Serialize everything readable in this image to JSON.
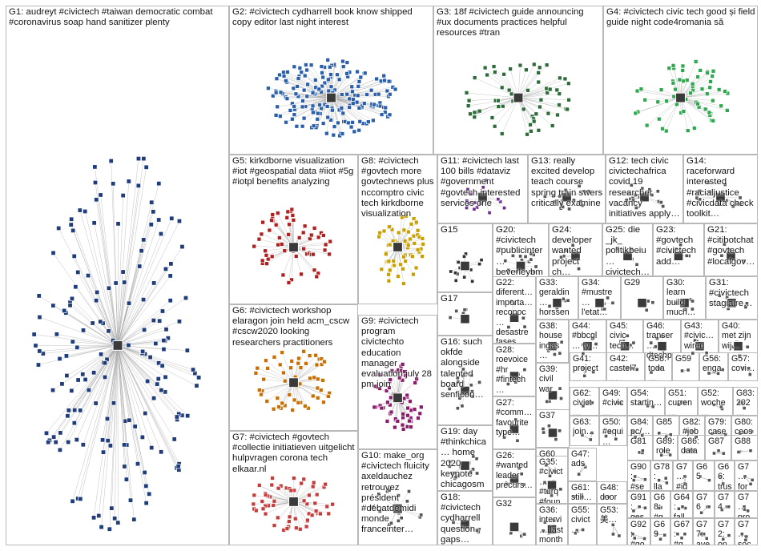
{
  "groups": [
    {
      "id": "G1",
      "label": "G1: audreyt #civictech #taiwan democratic combat #coronavirus soap hand sanitizer plenty",
      "color": "#1f3d7a"
    },
    {
      "id": "G2",
      "label": "G2: #civictech cydharrell book know shipped copy editor last night interest",
      "color": "#2b5faa"
    },
    {
      "id": "G3",
      "label": "G3: 18f #civictech guide announcing #ux documents practices helpful resources #tran",
      "color": "#2e6b3a"
    },
    {
      "id": "G4",
      "label": "G4: #civictech civic tech good și field guide night code4romania să",
      "color": "#2fa84f"
    },
    {
      "id": "G5",
      "label": "G5: kirkdborne visualization #iot #geospatial data #iiot #5g #iotpl benefits analyzing",
      "color": "#b01e1e"
    },
    {
      "id": "G8",
      "label": "G8: #civictech #govtech more govtechnews plus nccomptro civic tech kirkdborne visualization",
      "color": "#c8a000"
    },
    {
      "id": "G11",
      "label": "G11: #civictech last 100 bills #dataviz #government #govtech interested services one",
      "color": "#6b2f8f"
    },
    {
      "id": "G13",
      "label": "G13: really excited develop teach course spring train swers critically examine",
      "color": "#555555"
    },
    {
      "id": "G12",
      "label": "G12: tech civic civictechafrica covid 19 researcher vacancy initiatives apply…",
      "color": "#555555"
    },
    {
      "id": "G14",
      "label": "G14: raceforward interested #racialjustice #civicdata check toolkit…",
      "color": "#555555"
    },
    {
      "id": "G15",
      "label": "G15",
      "color": "#333333"
    },
    {
      "id": "G20",
      "label": "G20: #civictech #publicinter… beverleybm…",
      "color": "#555555"
    },
    {
      "id": "G24",
      "label": "G24: developer wanted project ch…",
      "color": "#555555"
    },
    {
      "id": "G25",
      "label": "G25: die _jk_ politikbeiu… civictech…",
      "color": "#555555"
    },
    {
      "id": "G23",
      "label": "G23: #govtech #civictech add…",
      "color": "#555555"
    },
    {
      "id": "G21",
      "label": "G21: #citibotchat #govtech #localgov…",
      "color": "#555555"
    },
    {
      "id": "G6",
      "label": "G6: #civictech workshop elaragon join held acm_cscw #cscw2020 looking researchers practitioners",
      "color": "#c86f00"
    },
    {
      "id": "G9",
      "label": "G9: #civictech program civictechto education manager evaluation july 28 pm join",
      "color": "#8a1a6a"
    },
    {
      "id": "G17",
      "label": "G17",
      "color": "#555555"
    },
    {
      "id": "G22",
      "label": "G22: diferent… importa… reconoc… desastre fases…",
      "color": "#555555"
    },
    {
      "id": "G33",
      "label": "G33: geraldin… horssen…",
      "color": "#555555"
    },
    {
      "id": "G34",
      "label": "G34: #mustre… l'etat…",
      "color": "#555555"
    },
    {
      "id": "G29",
      "label": "G29",
      "color": "#555555"
    },
    {
      "id": "G30",
      "label": "G30: learn build much…",
      "color": "#555555"
    },
    {
      "id": "G31",
      "label": "G31: #civictech stagiaire…",
      "color": "#555555"
    },
    {
      "id": "G28",
      "label": "G28: roevoice #hr #fintech…",
      "color": "#555555"
    },
    {
      "id": "G38",
      "label": "G38: house ingas… jasmla…",
      "color": "#555555"
    },
    {
      "id": "G44",
      "label": "G44: #bbcgl… ty…",
      "color": "#555555"
    },
    {
      "id": "G45",
      "label": "G45: civic tech…",
      "color": "#555555"
    },
    {
      "id": "G46",
      "label": "G46: transer… dtechp…",
      "color": "#555555"
    },
    {
      "id": "G43",
      "label": "G43: #civic… wired",
      "color": "#555555"
    },
    {
      "id": "G40",
      "label": "G40: met zijn wij…",
      "color": "#555555"
    },
    {
      "id": "G16",
      "label": "G16: such okfde alongside talented board senficon…",
      "color": "#555555"
    },
    {
      "id": "G39",
      "label": "G39: civil war",
      "color": "#555555"
    },
    {
      "id": "G41",
      "label": "G41: project…",
      "color": "#555555"
    },
    {
      "id": "G42",
      "label": "G42: castel7…",
      "color": "#555555"
    },
    {
      "id": "G58",
      "label": "G58: toda…",
      "color": "#555555"
    },
    {
      "id": "G59",
      "label": "G59",
      "color": "#555555"
    },
    {
      "id": "G56",
      "label": "G56: enga…",
      "color": "#555555"
    },
    {
      "id": "G57",
      "label": "G57: covi…",
      "color": "#555555"
    },
    {
      "id": "G27",
      "label": "G27: #comm… favourite type…",
      "color": "#555555"
    },
    {
      "id": "G62",
      "label": "G62: civict…",
      "color": "#555555"
    },
    {
      "id": "G49",
      "label": "G49: #civic…",
      "color": "#555555"
    },
    {
      "id": "G54",
      "label": "G54: startin…",
      "color": "#555555"
    },
    {
      "id": "G51",
      "label": "G51: curren…",
      "color": "#555555"
    },
    {
      "id": "G52",
      "label": "G52: woche…",
      "color": "#555555"
    },
    {
      "id": "G83",
      "label": "G83: 202…",
      "color": "#555555"
    },
    {
      "id": "G37",
      "label": "G37",
      "color": "#555555"
    },
    {
      "id": "G63",
      "label": "G63: join…",
      "color": "#555555"
    },
    {
      "id": "G50",
      "label": "G50: #equi…",
      "color": "#555555"
    },
    {
      "id": "G84",
      "label": "G84: pc/…",
      "color": "#555555"
    },
    {
      "id": "G85",
      "label": "G85",
      "color": "#555555"
    },
    {
      "id": "G82",
      "label": "G82: #job…",
      "color": "#555555"
    },
    {
      "id": "G79",
      "label": "G79: case…",
      "color": "#555555"
    },
    {
      "id": "G80",
      "label": "G80: ceos",
      "color": "#555555"
    },
    {
      "id": "G7",
      "label": "G7: #civictech #govtech #collectie initiatieven uitgelicht hulpvragen corona tech elkaar.nl",
      "color": "#c43c3c"
    },
    {
      "id": "G10",
      "label": "G10: make_org #civictech fluicity axeldauchez retrouvez président #débatdemidi monde franceinter…",
      "color": "#555555"
    },
    {
      "id": "G19",
      "label": "G19: day #thinkchica… home 2020 keynote chicagosm…",
      "color": "#555555"
    },
    {
      "id": "G26",
      "label": "G26: #wanted leader précurs…",
      "color": "#555555"
    },
    {
      "id": "G60",
      "label": "G60",
      "color": "#555555"
    },
    {
      "id": "G47",
      "label": "G47: ads",
      "color": "#555555"
    },
    {
      "id": "G81",
      "label": "G81",
      "color": "#555555"
    },
    {
      "id": "G89",
      "label": "G89: role…",
      "color": "#555555"
    },
    {
      "id": "G86",
      "label": "G86: data",
      "color": "#555555"
    },
    {
      "id": "G87",
      "label": "G87",
      "color": "#555555"
    },
    {
      "id": "G88",
      "label": "G88",
      "color": "#555555"
    },
    {
      "id": "G35",
      "label": "G35: #civict… #turq #foun…",
      "color": "#555555"
    },
    {
      "id": "G61",
      "label": "G61: still…",
      "color": "#555555"
    },
    {
      "id": "G48",
      "label": "G48: door…",
      "color": "#555555"
    },
    {
      "id": "G90",
      "label": "G90: #se…",
      "color": "#555555"
    },
    {
      "id": "G78",
      "label": "G78: lla…",
      "color": "#555555"
    },
    {
      "id": "G7b",
      "label": "G7… #id…",
      "color": "#555555"
    },
    {
      "id": "G65",
      "label": "G65",
      "color": "#555555"
    },
    {
      "id": "G66",
      "label": "G66: trust",
      "color": "#555555"
    },
    {
      "id": "G7c",
      "label": "G7… for…",
      "color": "#555555"
    },
    {
      "id": "G18",
      "label": "G18: #civictech cydharrell question gaps…",
      "color": "#555555"
    },
    {
      "id": "G32",
      "label": "G32",
      "color": "#555555"
    },
    {
      "id": "G36",
      "label": "G36: intervi… last month…",
      "color": "#555555"
    },
    {
      "id": "G55",
      "label": "G55: civict…",
      "color": "#555555"
    },
    {
      "id": "G53",
      "label": "G53: 美…",
      "color": "#555555"
    },
    {
      "id": "G91",
      "label": "G91: ges…",
      "color": "#555555"
    },
    {
      "id": "G68",
      "label": "G68: #g…",
      "color": "#555555"
    },
    {
      "id": "G64",
      "label": "G64: fall…",
      "color": "#555555"
    },
    {
      "id": "G76",
      "label": "G76",
      "color": "#555555"
    },
    {
      "id": "G74",
      "label": "G74",
      "color": "#555555"
    },
    {
      "id": "G7d",
      "label": "G7… pro…",
      "color": "#555555"
    },
    {
      "id": "G92",
      "label": "G92: #go…",
      "color": "#555555"
    },
    {
      "id": "G69",
      "label": "G69",
      "color": "#555555"
    },
    {
      "id": "G67",
      "label": "G67: #g…",
      "color": "#555555"
    },
    {
      "id": "G77",
      "label": "G77: ave…",
      "color": "#555555"
    },
    {
      "id": "G72",
      "label": "G72: on…",
      "color": "#555555"
    },
    {
      "id": "G7e",
      "label": "G7… soc…",
      "color": "#555555"
    }
  ]
}
